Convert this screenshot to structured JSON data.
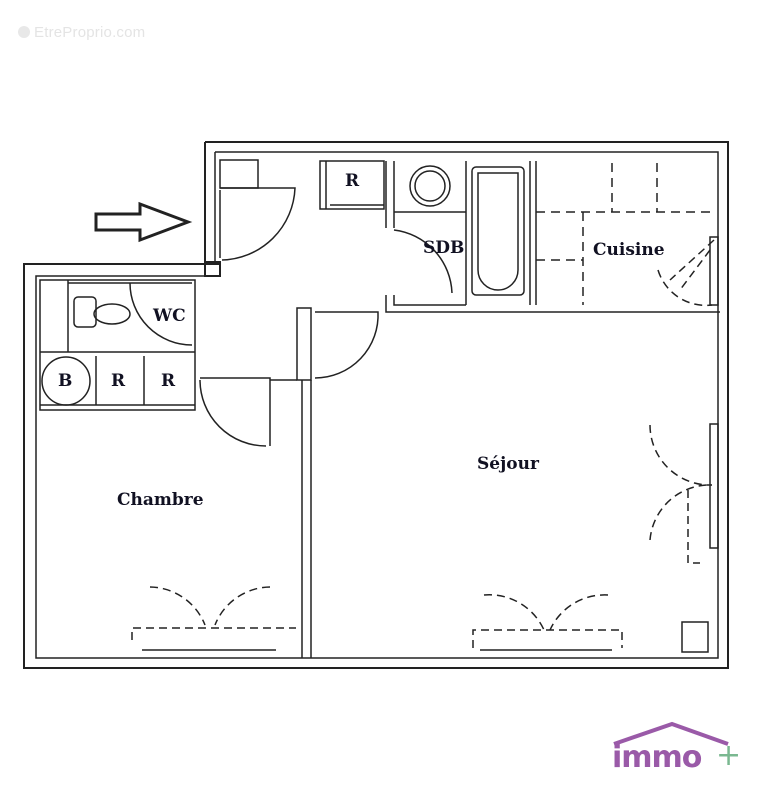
{
  "watermark": {
    "text": "EtreProprio.com",
    "icon": "copyright-circle-icon"
  },
  "plan": {
    "rooms": [
      {
        "id": "wc",
        "label": "WC"
      },
      {
        "id": "sdb",
        "label": "SDB"
      },
      {
        "id": "cuisine",
        "label": "Cuisine"
      },
      {
        "id": "sejour",
        "label": "Séjour"
      },
      {
        "id": "chambre",
        "label": "Chambre"
      },
      {
        "id": "placard_entree",
        "label": "R"
      },
      {
        "id": "ballon",
        "label": "B"
      },
      {
        "id": "placard_1",
        "label": "R"
      },
      {
        "id": "placard_2",
        "label": "R"
      }
    ],
    "entrance_arrow": "entrance-arrow-icon",
    "colors": {
      "wall": "#222222",
      "label": "#111122",
      "logo_purple": "#9a5aa8",
      "logo_green": "#7ab890"
    }
  },
  "logo": {
    "text": "immo",
    "suffix": "+"
  }
}
